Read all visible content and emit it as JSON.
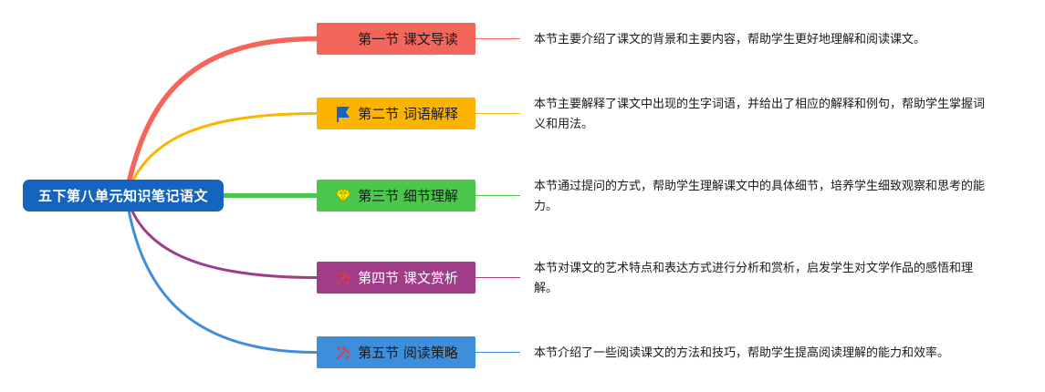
{
  "root": {
    "label": "五下第八单元知识笔记语文"
  },
  "branches": [
    {
      "label": "第一节 课文导读",
      "icon": "home-icon",
      "color": "#f4665a",
      "text_color": "#1a1a1a",
      "description": "本节主要介绍了课文的背景和主要内容，帮助学生更好地理解和阅读课文。"
    },
    {
      "label": "第二节 词语解释",
      "icon": "flag-icon",
      "color": "#fbb400",
      "text_color": "#1a1a1a",
      "description": "本节主要解释了课文中出现的生字词语，并给出了相应的解释和例句，帮助学生掌握词义和用法。"
    },
    {
      "label": "第三节 细节理解",
      "icon": "diamond-icon",
      "color": "#4cc74e",
      "text_color": "#1a1a1a",
      "description": "本节通过提问的方式，帮助学生理解课文中的具体细节，培养学生细致观察和思考的能力。"
    },
    {
      "label": "第四节 课文赏析",
      "icon": "tools-icon",
      "color": "#a13c89",
      "text_color": "#ffffff",
      "description": "本节对课文的艺术特点和表达方式进行分析和赏析，启发学生对文学作品的感悟和理解。"
    },
    {
      "label": "第五节 阅读策略",
      "icon": "tools-icon",
      "color": "#3f8edc",
      "text_color": "#1a1a1a",
      "description": "本节介绍了一些阅读课文的方法和技巧，帮助学生提高阅读理解的能力和效率。"
    }
  ]
}
